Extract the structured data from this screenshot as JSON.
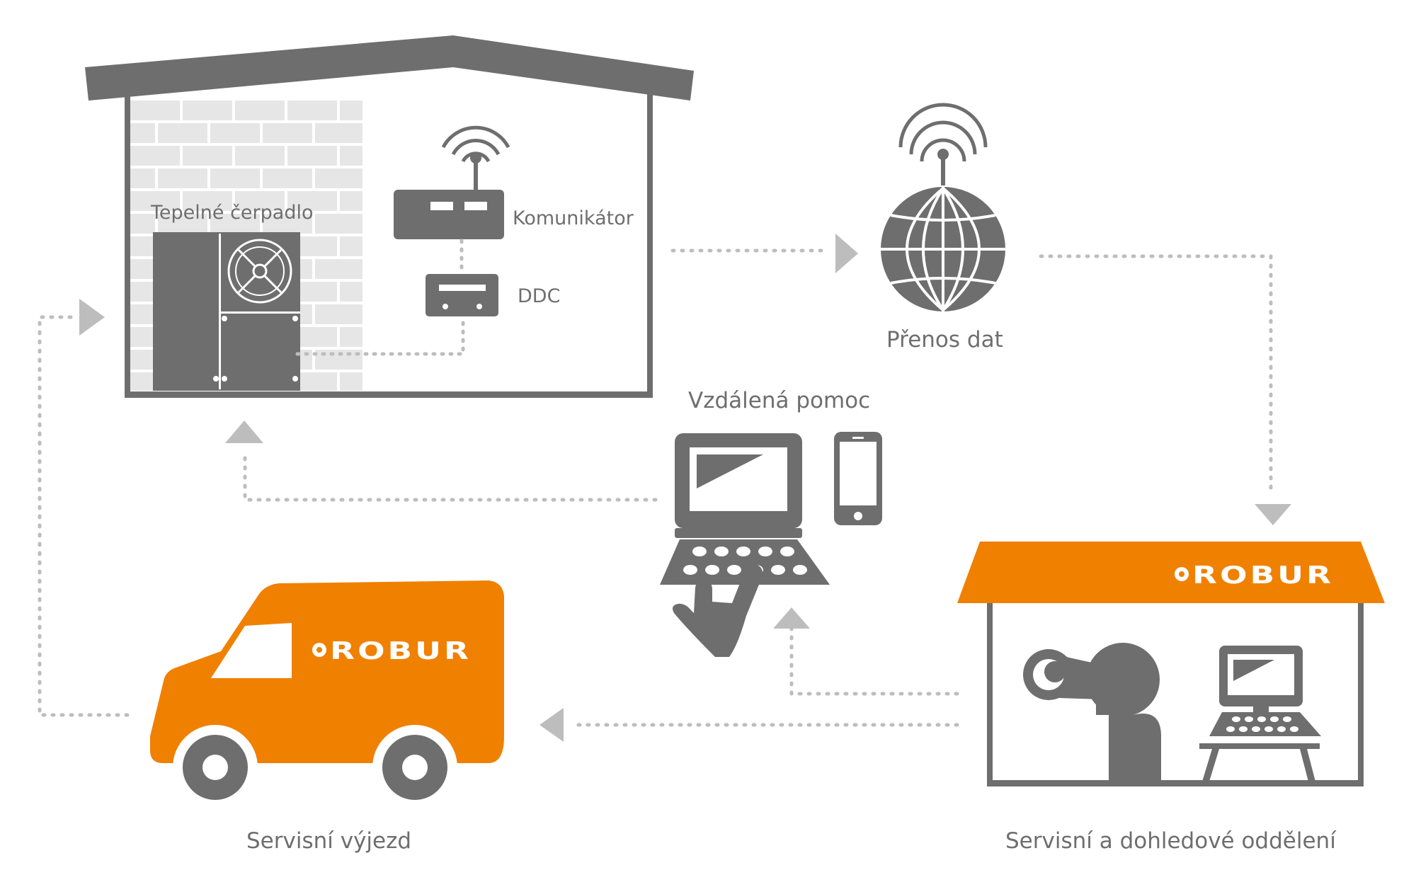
{
  "colors": {
    "gray": "#6e6e6e",
    "light_gray": "#bdbdbd",
    "brick": "#e6e6e6",
    "orange": "#f08000",
    "white": "#ffffff"
  },
  "labels": {
    "heat_pump": "Tepelné čerpadlo",
    "communicator": "Komunikátor",
    "ddc": "DDC",
    "data_transfer": "Přenos dat",
    "remote_help": "Vzdálená pomoc",
    "service_trip": "Servisní výjezd",
    "service_department": "Servisní a dohledové oddělení"
  },
  "brand": {
    "logo": "ROBUR"
  },
  "icons": [
    "house-icon",
    "heat-pump-icon",
    "fan-icon",
    "router-icon",
    "wifi-icon",
    "ddc-controller-icon",
    "globe-icon",
    "computer-icon",
    "smartphone-icon",
    "keyboard-icon",
    "pointing-hand-icon",
    "van-icon",
    "service-shop-icon",
    "telescope-person-icon",
    "arrow-icon"
  ]
}
